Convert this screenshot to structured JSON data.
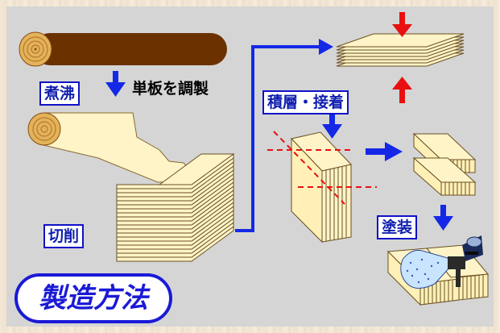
{
  "labels": {
    "boiling": "煮沸",
    "veneer_prep": "単板を調製",
    "cutting": "切削",
    "laminate_bond": "積層・接着",
    "painting": "塗装"
  },
  "badge": "製造方法",
  "colors": {
    "arrow_blue": "#1428e6",
    "press_red": "#e81010",
    "label_border": "#1010c8",
    "log_brown": "#6b3200",
    "wood_light": "#fff4c8",
    "cut_line_red": "#e81010"
  }
}
